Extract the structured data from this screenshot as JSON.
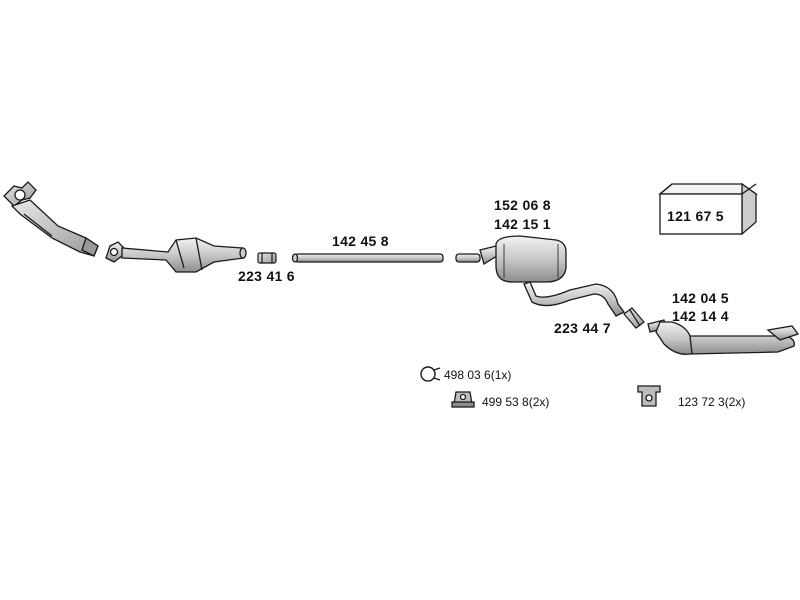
{
  "parts": {
    "downpipe": "",
    "catalytic_converter": "",
    "clamp_front": "223 41 6",
    "intermediate_pipe": "142 45 8",
    "center_silencer_a": "152 06 8",
    "center_silencer_b": "142 15 1",
    "clamp_rear": "223 44 7",
    "rear_silencer_a": "142 04 5",
    "rear_silencer_b": "142 14 4",
    "mounting_kit": "121 67 5"
  },
  "accessories": [
    {
      "part": "498 03 6",
      "qty": "(1x)"
    },
    {
      "part": "499 53 8",
      "qty": "(2x)"
    },
    {
      "part": "123 72 3",
      "qty": "(2x)"
    }
  ],
  "colors": {
    "stroke": "#1a1a1a",
    "metal_light": "#e6e6e6",
    "metal_mid": "#bdbdbd",
    "metal_dark": "#8c8c8c"
  }
}
